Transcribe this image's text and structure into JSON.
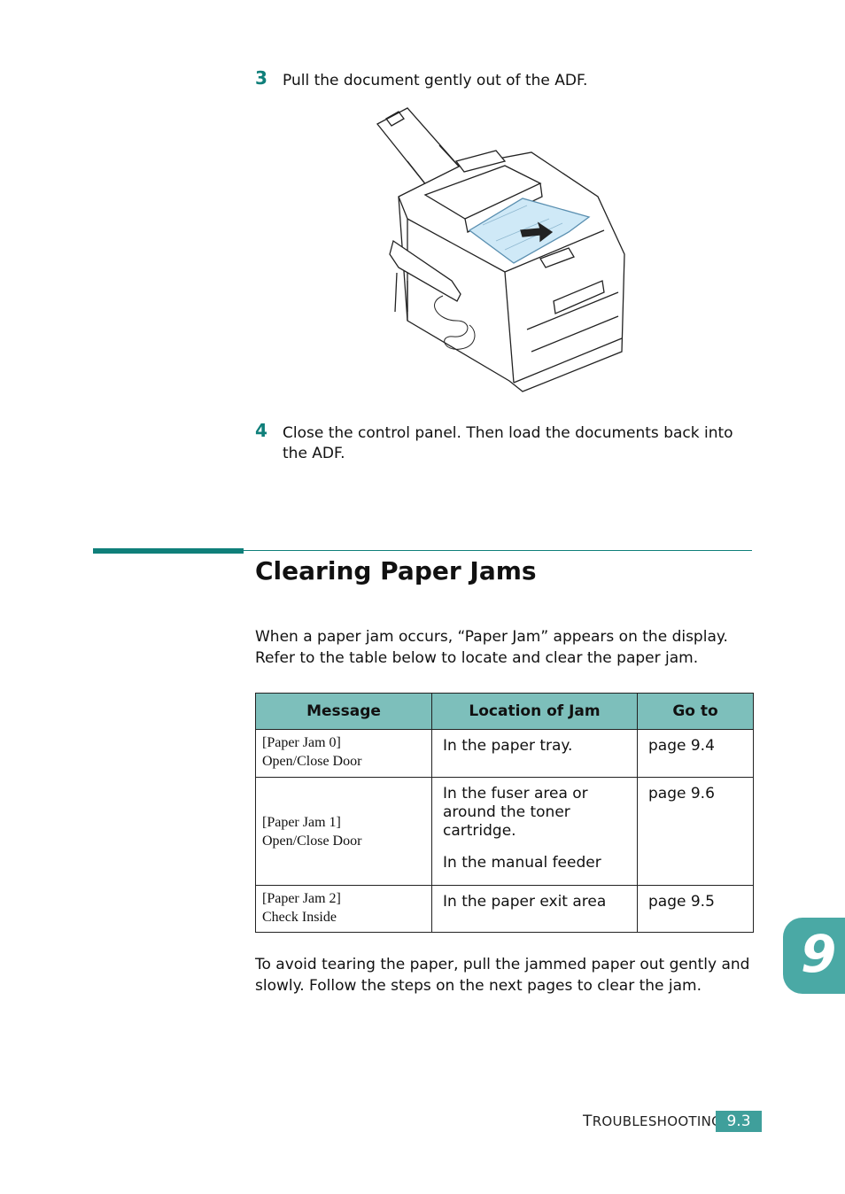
{
  "steps": [
    {
      "number": "3",
      "text": "Pull the document gently out of the ADF."
    },
    {
      "number": "4",
      "text": "Close the control panel. Then load the documents back into the ADF."
    }
  ],
  "section": {
    "title": "Clearing Paper Jams",
    "intro": "When a paper jam occurs, “Paper Jam” appears on the display. Refer to the table below to locate and clear the paper jam.",
    "outro": "To avoid tearing the paper, pull the jammed paper out gently and slowly. Follow the steps on the next pages to clear the jam."
  },
  "table": {
    "headers": [
      "Message",
      "Location of Jam",
      "Go to"
    ],
    "rows": [
      {
        "message": [
          "[Paper Jam 0]",
          "Open/Close Door"
        ],
        "location": [
          "In the paper tray."
        ],
        "goto": "page 9.4"
      },
      {
        "message": [
          "[Paper Jam 1]",
          "Open/Close Door"
        ],
        "location": [
          "In the fuser area or around the toner cartridge.",
          "In the manual feeder"
        ],
        "goto": "page 9.6"
      },
      {
        "message": [
          "[Paper Jam 2]",
          "Check Inside"
        ],
        "location": [
          "In the paper exit area"
        ],
        "goto": "page 9.5"
      }
    ]
  },
  "chapter_tab": "9",
  "footer": {
    "label_first": "T",
    "label_rest": "ROUBLESHOOTING",
    "page": "9.3"
  },
  "colors": {
    "accent": "#0f7f7a",
    "header_fill": "#7dbfbb",
    "tab": "#4aa9a5",
    "paper_highlight": "#cfe9f7"
  }
}
